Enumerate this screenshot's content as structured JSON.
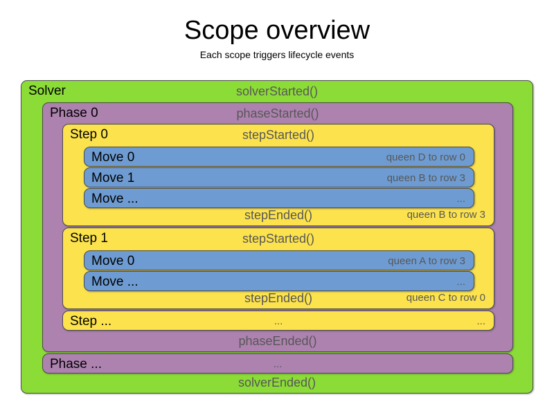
{
  "heading": {
    "title": "Scope overview",
    "subtitle": "Each scope triggers lifecycle events"
  },
  "colors": {
    "solver": "#8CDC37",
    "phase": "#AD82AF",
    "step": "#FCE34D",
    "move": "#6E9CD2",
    "border": "#4b4b4b",
    "name_text": "#000000",
    "event_text": "#575757",
    "background": "#ffffff"
  },
  "diagram": {
    "solver": {
      "name": "Solver",
      "started_event": "solverStarted()",
      "ended_event": "solverEnded()",
      "phases": [
        {
          "name": "Phase 0",
          "started_event": "phaseStarted()",
          "ended_event": "phaseEnded()",
          "steps": [
            {
              "name": "Step 0",
              "started_event": "stepStarted()",
              "ended_event": "stepEnded()",
              "ended_detail": "queen B to row 3",
              "moves": [
                {
                  "name": "Move 0",
                  "detail": "queen D to row 0"
                },
                {
                  "name": "Move 1",
                  "detail": "queen B to row 3"
                },
                {
                  "name": "Move ...",
                  "detail": "..."
                }
              ]
            },
            {
              "name": "Step 1",
              "started_event": "stepStarted()",
              "ended_event": "stepEnded()",
              "ended_detail": "queen C to row 0",
              "moves": [
                {
                  "name": "Move 0",
                  "detail": "queen A to row 3"
                },
                {
                  "name": "Move ...",
                  "detail": "..."
                }
              ]
            },
            {
              "name": "Step ...",
              "started_event": "...",
              "ended_event": "",
              "ended_detail": "",
              "detail": "...",
              "moves": []
            }
          ]
        },
        {
          "name": "Phase ...",
          "started_event": "...",
          "ended_event": "",
          "steps": []
        }
      ]
    }
  }
}
